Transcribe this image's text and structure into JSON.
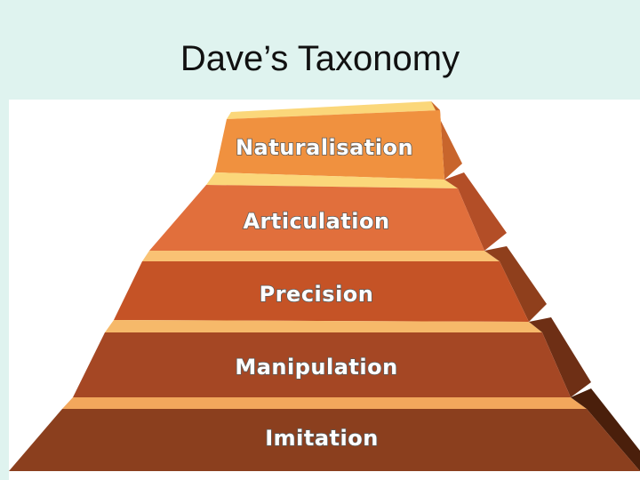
{
  "slide": {
    "title": "Dave’s Taxonomy"
  },
  "pyramid": {
    "tiers": [
      {
        "label": "Naturalisation",
        "front_color": "#f0913f",
        "side_color": "#c8652c",
        "top_color": "#fbd77a"
      },
      {
        "label": "Articulation",
        "front_color": "#e16f3c",
        "side_color": "#b34e27",
        "top_color": "#fbd77a"
      },
      {
        "label": "Precision",
        "front_color": "#c55326",
        "side_color": "#8f3f1c",
        "top_color": "#f9c274"
      },
      {
        "label": "Manipulation",
        "front_color": "#a54724",
        "side_color": "#6e2f15",
        "top_color": "#f6b96a"
      },
      {
        "label": "Imitation",
        "front_color": "#8b3f1e",
        "side_color": "#4a1f0b",
        "top_color": "#f2a75c"
      }
    ]
  }
}
